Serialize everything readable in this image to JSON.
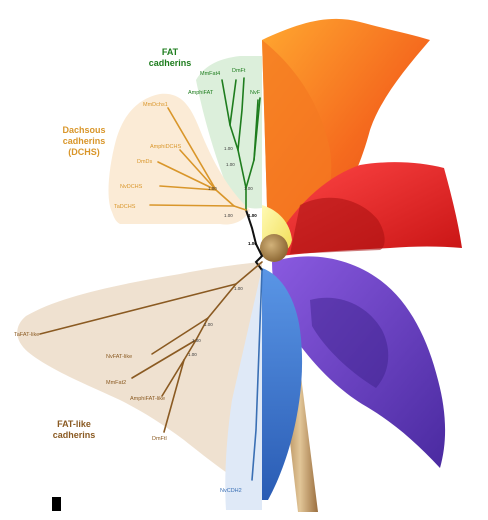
{
  "colors": {
    "fat": "#1e7d1e",
    "fat_fill": "#dcefdb",
    "dchs": "#d9962a",
    "dchs_fill": "#fbebd6",
    "fatlike": "#8a5a22",
    "fatlike_fill": "#efe1d0",
    "cdh2_fill": "#dfe9f7",
    "cdh2_text": "#3a6fb4"
  },
  "groups": {
    "fat": {
      "title_line1": "FAT",
      "title_line2": "cadherins"
    },
    "dchs": {
      "title_line1": "Dachsous",
      "title_line2": "cadherins",
      "title_line3": "(DCHS)"
    },
    "fatlike": {
      "title_line1": "FAT-like",
      "title_line2": "cadherins"
    }
  },
  "leaves": {
    "fat": [
      "MmFat4",
      "DmFt",
      "AmphiFAT",
      "NvF"
    ],
    "dchs": [
      "MmDchs1",
      "AmphiDCHS",
      "DmDs",
      "NvDCHS",
      "TaDCHS"
    ],
    "fatlike": [
      "TaFAT-like",
      "NvFAT-like",
      "MmFat2",
      "AmphiFAT-like",
      "DmFtl"
    ],
    "cdh2": [
      "NvCDH2"
    ]
  },
  "supports": {
    "fat": [
      "1.00",
      "1.00",
      "1.00"
    ],
    "dchs": [
      "1.00",
      "1.00"
    ],
    "root": [
      "1.00",
      "1.00"
    ],
    "fatlike": [
      "1.00",
      "1.00",
      "1.00",
      "1.00"
    ]
  },
  "icons": {
    "pinwheel": "pinwheel-illustration",
    "stick": "wooden-stick",
    "nail": "center-pin"
  }
}
